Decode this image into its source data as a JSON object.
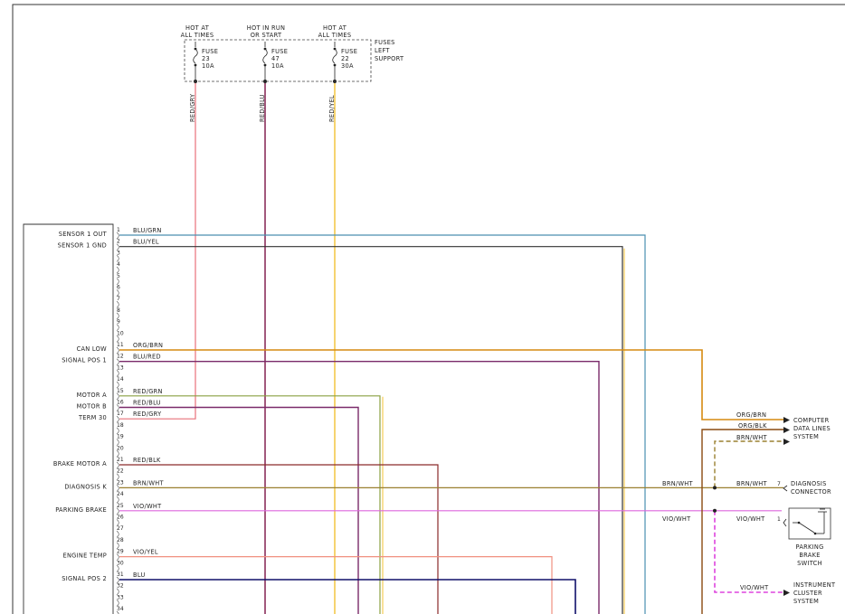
{
  "power": {
    "feeds": [
      {
        "heading": [
          "HOT AT",
          "ALL TIMES"
        ],
        "fuse": [
          "FUSE",
          "23",
          "10A"
        ],
        "wire": "RED/GRY",
        "color": "#e8707a"
      },
      {
        "heading": [
          "HOT IN RUN",
          "OR START"
        ],
        "fuse": [
          "FUSE",
          "47",
          "10A"
        ],
        "wire": "RED/BLU",
        "color": "#8b2f5c"
      },
      {
        "heading": [
          "HOT AT",
          "ALL TIMES"
        ],
        "fuse": [
          "FUSE",
          "22",
          "30A"
        ],
        "wire": "RED/YEL",
        "color": "#f3c233"
      }
    ],
    "fuse_box": [
      "FUSES",
      "LEFT",
      "SUPPORT"
    ]
  },
  "module": {
    "pins": [
      {
        "n": "1",
        "label": "SENSOR 1 OUT",
        "wire": "BLU/GRN",
        "color": "#4a8fb0"
      },
      {
        "n": "2",
        "label": "SENSOR 1 GND",
        "wire": "BLU/YEL",
        "color": "#333333"
      },
      {
        "n": "3"
      },
      {
        "n": "4"
      },
      {
        "n": "5"
      },
      {
        "n": "6"
      },
      {
        "n": "7"
      },
      {
        "n": "8"
      },
      {
        "n": "9"
      },
      {
        "n": "10"
      },
      {
        "n": "11",
        "label": "CAN LOW",
        "wire": "ORG/BRN",
        "color": "#d68a10"
      },
      {
        "n": "12",
        "label": "SIGNAL POS 1",
        "wire": "BLU/RED",
        "color": "#7a2a6a"
      },
      {
        "n": "13"
      },
      {
        "n": "14"
      },
      {
        "n": "15",
        "label": "MOTOR A",
        "wire": "RED/GRN",
        "color": "#8aa040"
      },
      {
        "n": "16",
        "label": "MOTOR B",
        "wire": "RED/BLU",
        "color": "#7a2a6a"
      },
      {
        "n": "17",
        "label": "TERM 30",
        "wire": "RED/GRY",
        "color": "#e8707a"
      },
      {
        "n": "18"
      },
      {
        "n": "19"
      },
      {
        "n": "20"
      },
      {
        "n": "21",
        "label": "BRAKE MOTOR A",
        "wire": "RED/BLK",
        "color": "#8a2a2a"
      },
      {
        "n": "22"
      },
      {
        "n": "23",
        "label": "DIAGNOSIS K",
        "wire": "BRN/WHT",
        "color": "#9a8030"
      },
      {
        "n": "24"
      },
      {
        "n": "25",
        "label": "PARKING BRAKE",
        "wire": "VIO/WHT",
        "color": "#dd66dd"
      },
      {
        "n": "26"
      },
      {
        "n": "27"
      },
      {
        "n": "28"
      },
      {
        "n": "29",
        "label": "ENGINE TEMP",
        "wire": "VIO/YEL",
        "color": "#f09080"
      },
      {
        "n": "30"
      },
      {
        "n": "31",
        "label": "SIGNAL POS 2",
        "wire": "BLU",
        "color": "#10106a"
      },
      {
        "n": "32"
      },
      {
        "n": "33"
      },
      {
        "n": "34"
      }
    ]
  },
  "right_side": {
    "computer_data_lines": {
      "wires": [
        "ORG/BRN",
        "ORG/BLK",
        "BRN/WHT"
      ],
      "label": [
        "COMPUTER",
        "DATA LINES",
        "SYSTEM"
      ]
    },
    "diagnosis": {
      "wire_left": "BRN/WHT",
      "wire_right": "BRN/WHT",
      "pin": "7",
      "label": [
        "DIAGNOSIS",
        "CONNECTOR"
      ]
    },
    "parking": {
      "wire_left": "VIO/WHT",
      "wire_right": "VIO/WHT",
      "pin": "1",
      "label": [
        "PARKING",
        "BRAKE",
        "SWITCH"
      ]
    },
    "cluster": {
      "wire": "VIO/WHT",
      "label": [
        "INSTRUMENT",
        "CLUSTER",
        "SYSTEM"
      ]
    }
  }
}
